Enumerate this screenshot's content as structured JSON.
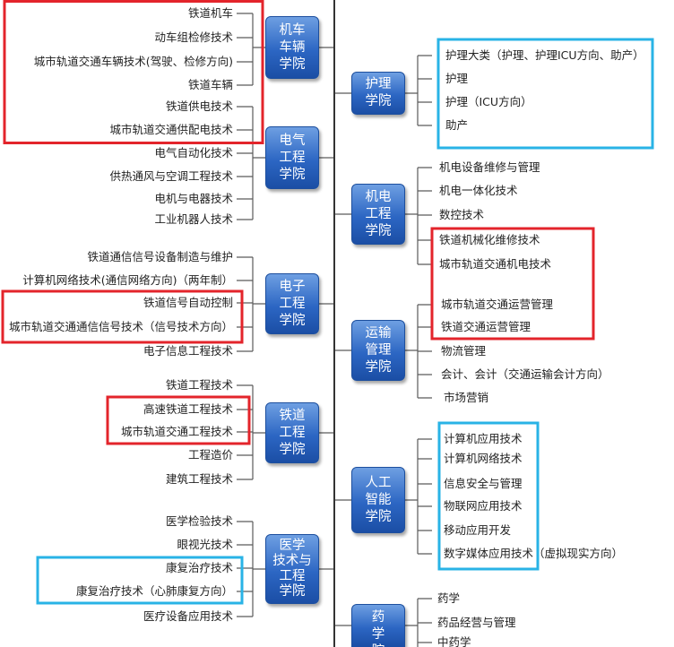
{
  "left_colleges": [
    {
      "name_lines": [
        "机车",
        "车辆",
        "学院"
      ],
      "majors": [
        "铁道机车",
        "动车组检修技术",
        "城市轨道交通车辆技术(驾驶、检修方向)",
        "铁道车辆"
      ]
    },
    {
      "name_lines": [
        "电气",
        "工程",
        "学院"
      ],
      "majors": [
        "铁道供电技术",
        "城市轨道交通供配电技术",
        "电气自动化技术",
        "供热通风与空调工程技术",
        "电机与电器技术",
        "工业机器人技术"
      ]
    },
    {
      "name_lines": [
        "电子",
        "工程",
        "学院"
      ],
      "majors": [
        "铁道通信信号设备制造与维护",
        "计算机网络技术(通信网络方向)（两年制）",
        "铁道信号自动控制",
        "城市轨道交通通信信号技术（信号技术方向）",
        "电子信息工程技术"
      ]
    },
    {
      "name_lines": [
        "铁道",
        "工程",
        "学院"
      ],
      "majors": [
        "铁道工程技术",
        "高速铁道工程技术",
        "城市轨道交通工程技术",
        "工程造价",
        "建筑工程技术"
      ]
    },
    {
      "name_lines": [
        "医学",
        "技术与",
        "工程",
        "学院"
      ],
      "majors": [
        "医学检验技术",
        "眼视光技术",
        "康复治疗技术",
        "康复治疗技术（心肺康复方向）",
        "医疗设备应用技术"
      ]
    }
  ],
  "right_colleges": [
    {
      "name_lines": [
        "护理",
        "学院"
      ],
      "majors": [
        "护理大类（护理、护理ICU方向、助产）",
        "护理",
        "护理（ICU方向）",
        "助产"
      ]
    },
    {
      "name_lines": [
        "机电",
        "工程",
        "学院"
      ],
      "majors": [
        "机电设备维修与管理",
        "机电一体化技术",
        "数控技术",
        "铁道机械化维修技术",
        "城市轨道交通机电技术"
      ]
    },
    {
      "name_lines": [
        "运输",
        "管理",
        "学院"
      ],
      "majors": [
        "城市轨道交通运营管理",
        "铁道交通运营管理",
        "物流管理",
        "会计、会计（交通运输会计方向）",
        "市场营销"
      ]
    },
    {
      "name_lines": [
        "人工",
        "智能",
        "学院"
      ],
      "majors": [
        "计算机应用技术",
        "计算机网络技术",
        "信息安全与管理",
        "物联网应用技术",
        "移动应用开发",
        "数字媒体应用技术（虚拟现实方向）"
      ]
    },
    {
      "name_lines": [
        "药",
        "学",
        "院"
      ],
      "majors": [
        "药学",
        "药品经营与管理",
        "中药学"
      ]
    }
  ],
  "colors": {
    "college_box": "#2c66c3",
    "college_text": "#ffffff",
    "label_text": "#222222",
    "connector": "#5a5a5a",
    "highlight_red": "#e3242b",
    "highlight_cyan": "#29b3e6"
  }
}
